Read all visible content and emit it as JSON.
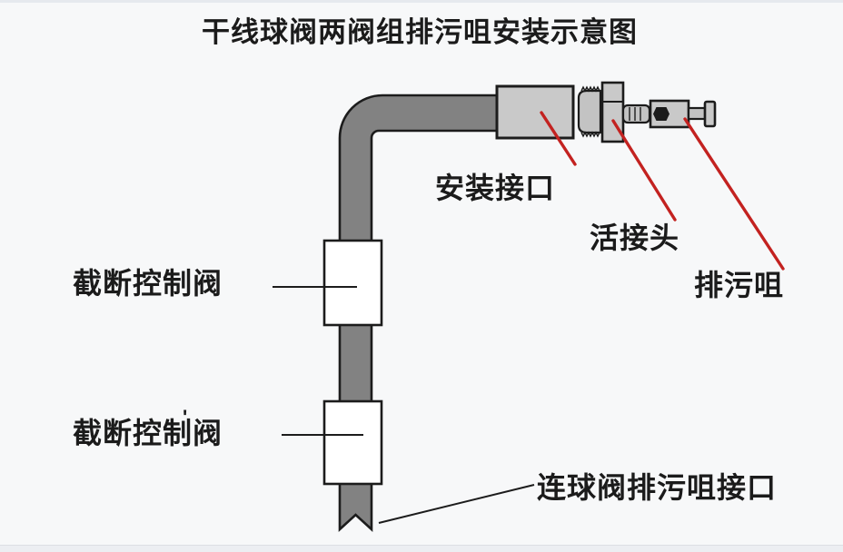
{
  "title": "干线球阀两阀组排污咀安装示意图",
  "labels": {
    "install_port": "安装接口",
    "union_joint": "活接头",
    "drain_nozzle": "排污咀",
    "cutoff_valve_upper": "截断控制阀",
    "cutoff_valve_lower": "截断控制阀",
    "stray_tick": "'",
    "ball_valve_drain_port": "连球阀排污咀接口"
  },
  "colors": {
    "background": "#f7f8f9",
    "pipe_gray": "#828282",
    "fitting_gray": "#c3c3c3",
    "fitting_gray_light": "#c9c9c9",
    "outline_black": "#1c1c1c",
    "leader_red": "#c32220",
    "text_black": "#1b1b1b",
    "valve_white": "#ffffff",
    "bottom_strip": "#eceef2"
  }
}
